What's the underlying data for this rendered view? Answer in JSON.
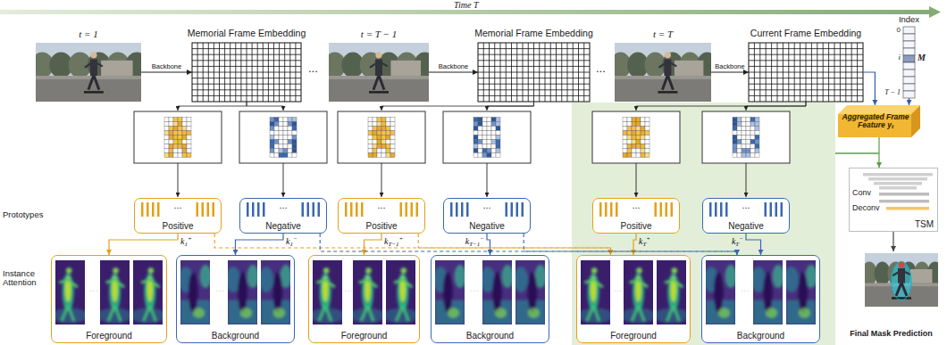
{
  "diagram": {
    "nodes": [
      {
        "text": [
          "t = 1"
        ]
      },
      {
        "text": [
          "Memorial Frame Embedding"
        ]
      },
      {
        "text": [
          "t = T − 1"
        ]
      },
      {
        "text": [
          "Memorial Frame Embedding"
        ]
      },
      {
        "text": [
          "t = T"
        ]
      },
      {
        "text": [
          "Current Frame Embedding"
        ]
      },
      {
        "text": [
          "Index",
          "0",
          "i",
          "M",
          "T − 1"
        ]
      },
      {
        "text": [
          "Aggregated Frame Feature yₜ"
        ]
      },
      {
        "text": [
          "...",
          "Positive"
        ]
      },
      {
        "text": [
          "...",
          "Negative"
        ]
      },
      {
        "text": [
          "...",
          "Positive"
        ]
      },
      {
        "text": [
          "...",
          "Negative"
        ]
      },
      {
        "text": [
          "...",
          "Positive"
        ]
      },
      {
        "text": [
          "...",
          "Negative"
        ]
      },
      {
        "text": [
          "Conv",
          "Deconv",
          "TSM"
        ]
      },
      {
        "text": [
          "...",
          "Foreground"
        ]
      },
      {
        "text": [
          "...",
          "Background"
        ]
      },
      {
        "text": [
          "...",
          "Foreground"
        ]
      },
      {
        "text": [
          "...",
          "Background"
        ]
      },
      {
        "text": [
          "...",
          "Foreground"
        ]
      },
      {
        "text": [
          "...",
          "Background"
        ]
      },
      {
        "text": [
          "Final Mask Prediction"
        ]
      }
    ],
    "edges": [
      {
        "from": 0,
        "to": 1,
        "arrow": "to",
        "label": "Backbone"
      },
      {
        "from": 2,
        "to": 3,
        "arrow": "to",
        "label": "Backbone"
      },
      {
        "from": 4,
        "to": 5,
        "arrow": "to",
        "label": "Backbone"
      },
      {
        "from": 8,
        "to": 15,
        "arrow": "to",
        "label": "k1+"
      },
      {
        "from": 9,
        "to": 16,
        "arrow": "to",
        "label": "k1−"
      },
      {
        "from": 10,
        "to": 17,
        "arrow": "to",
        "label": "kT−1+"
      },
      {
        "from": 11,
        "to": 18,
        "arrow": "to",
        "label": "kT−1−"
      },
      {
        "from": 12,
        "to": 19,
        "arrow": "to",
        "label": "kT+"
      },
      {
        "from": 13,
        "to": 20,
        "arrow": "to",
        "label": "kT−"
      },
      {
        "from": 8,
        "to": 19,
        "arrow": "to"
      },
      {
        "from": 10,
        "to": 19,
        "arrow": "to"
      },
      {
        "from": 9,
        "to": 20,
        "arrow": "to"
      },
      {
        "from": 11,
        "to": 20,
        "arrow": "to"
      },
      {
        "from": 5,
        "to": 7,
        "arrow": "to"
      },
      {
        "from": 6,
        "to": 7,
        "arrow": "to"
      },
      {
        "from": 7,
        "to": 14,
        "arrow": "to"
      },
      {
        "from": 14,
        "to": 21,
        "arrow": "to"
      }
    ],
    "labels": [
      "Time T",
      "...",
      "...",
      "Prototypes",
      "Instance Attention"
    ]
  }
}
